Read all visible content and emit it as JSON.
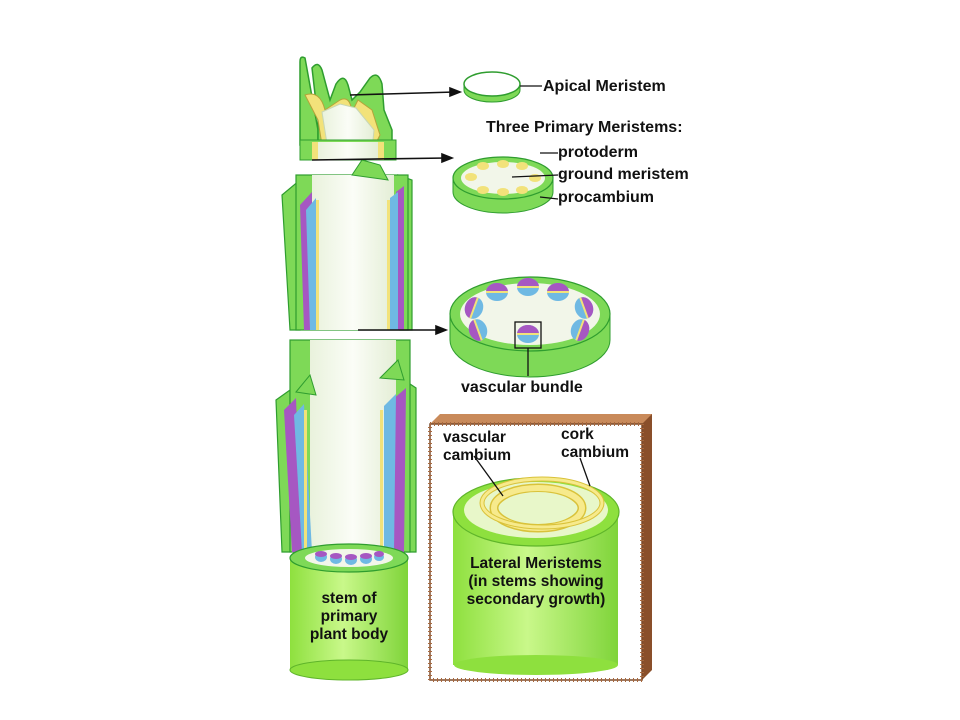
{
  "labels": {
    "apical_meristem": "Apical Meristem",
    "three_primary_meristems": "Three Primary Meristems:",
    "protoderm": "protoderm",
    "ground_meristem": "ground meristem",
    "procambium": "procambium",
    "vascular_bundle": "vascular bundle",
    "vascular_cambium_line1": "vascular",
    "vascular_cambium_line2": "cambium",
    "cork_cambium_line1": "cork",
    "cork_cambium_line2": "cambium",
    "lateral_line1": "Lateral Meristems",
    "lateral_line2": "(in stems showing",
    "lateral_line3": "secondary growth)",
    "stem_line1": "stem of",
    "stem_line2": "primary",
    "stem_line3": "plant body"
  },
  "colors": {
    "green": "#7ed957",
    "green_dark": "#2f9d2f",
    "stem_white": "#f2f6e9",
    "yellow": "#f2e27a",
    "blue": "#6fb9e3",
    "purple": "#a657c2",
    "brown": "#a8683e",
    "lime": "#b5f06a"
  }
}
